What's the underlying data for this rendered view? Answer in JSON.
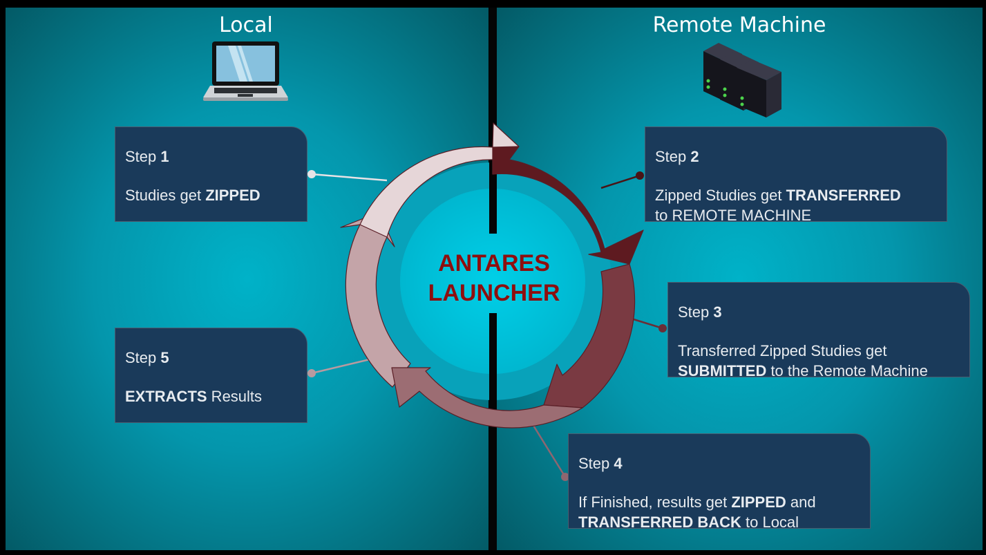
{
  "headings": {
    "local": "Local",
    "remote": "Remote Machine"
  },
  "center": {
    "line1": "ANTARES",
    "line2": "LAUNCHER"
  },
  "steps": [
    {
      "title_prefix": "Step ",
      "number": "1",
      "line1_pre": "Studies get ",
      "line1_bold": "ZIPPED",
      "line1_post": ""
    },
    {
      "title_prefix": "Step ",
      "number": "2",
      "line1_pre": "Zipped Studies get ",
      "line1_bold": "TRANSFERRED",
      "line1_post": "",
      "line2_pre": "to REMOTE MACHINE"
    },
    {
      "title_prefix": "Step ",
      "number": "3",
      "line1_pre": "Transferred Zipped Studies get",
      "line2_bold": "SUBMITTED",
      "line2_post": " to the Remote Machine"
    },
    {
      "title_prefix": "Step ",
      "number": "4",
      "line1_pre": "If Finished, results get ",
      "line1_bold": "ZIPPED",
      "line1_post": " and",
      "line2_bold": "TRANSFERRED BACK",
      "line2_post": " to Local"
    },
    {
      "title_prefix": "Step ",
      "number": "5",
      "line1_bold": "EXTRACTS",
      "line1_post": " Results"
    }
  ],
  "colors": {
    "arrow_step1": "#e6d6d8",
    "arrow_step2": "#5e1a20",
    "arrow_step3": "#7a3a42",
    "arrow_step4": "#9c6d73",
    "arrow_step5": "#c4a4a8",
    "box_bg": "#1a3a5a",
    "center_text": "#8e0e0e"
  },
  "icons": {
    "local": "laptop-icon",
    "remote": "server-icon"
  }
}
